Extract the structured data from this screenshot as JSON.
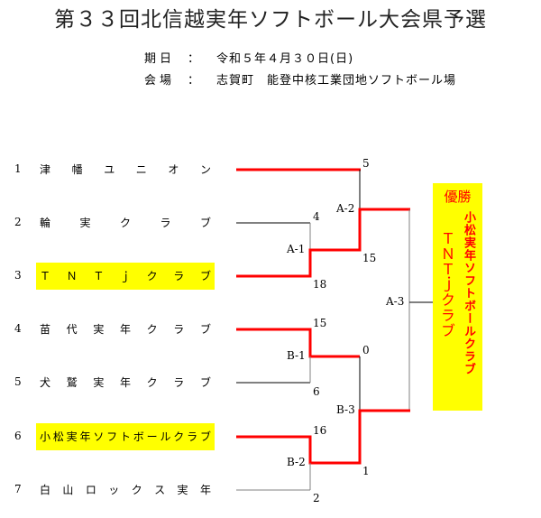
{
  "title": "第３３回北信越実年ソフトボール大会県予選",
  "info": {
    "date_label": "期日",
    "date_value": "令和５年４月３０日(日)",
    "venue_label": "会場",
    "venue_value": "志賀町　能登中核工業団地ソフトボール場",
    "colon": "："
  },
  "teams": [
    {
      "seed": "1",
      "name_chars": [
        "津",
        "幡",
        "ユ",
        "ニ",
        "オ",
        "ン"
      ],
      "highlight": false
    },
    {
      "seed": "2",
      "name_chars": [
        "輪",
        "実",
        "ク",
        "ラ",
        "ブ"
      ],
      "highlight": false
    },
    {
      "seed": "3",
      "name_chars": [
        "Ｔ",
        "Ｎ",
        "Ｔ",
        "ｊ",
        "ク",
        "ラ",
        "ブ"
      ],
      "highlight": true
    },
    {
      "seed": "4",
      "name_chars": [
        "苗",
        "代",
        "実",
        "年",
        "ク",
        "ラ",
        "ブ"
      ],
      "highlight": false
    },
    {
      "seed": "5",
      "name_chars": [
        "犬",
        "鷲",
        "実",
        "年",
        "ク",
        "ラ",
        "ブ"
      ],
      "highlight": false
    },
    {
      "seed": "6",
      "name_chars": [
        "小",
        "松",
        "実",
        "年",
        "ソ",
        "フ",
        "ト",
        "ボ",
        "ー",
        "ル",
        "ク",
        "ラ",
        "ブ"
      ],
      "highlight": true
    },
    {
      "seed": "7",
      "name_chars": [
        "白",
        "山",
        "ロ",
        "ッ",
        "ク",
        "ス",
        "実",
        "年"
      ],
      "highlight": false
    }
  ],
  "matches": [
    {
      "id": "A-1",
      "top_score": "4",
      "bottom_score": "18"
    },
    {
      "id": "A-2",
      "top_score": "5",
      "bottom_score": "15"
    },
    {
      "id": "B-1",
      "top_score": "15",
      "bottom_score": "6"
    },
    {
      "id": "B-2",
      "top_score": "16",
      "bottom_score": "2"
    },
    {
      "id": "B-3",
      "top_score": "0",
      "bottom_score": "1"
    },
    {
      "id": "A-3"
    }
  ],
  "final": {
    "winner_label": "優勝",
    "team_right": "小松実年ソフトボールクラブ",
    "team_left": "ＴＮＴｊクラブ"
  },
  "colors": {
    "winner_line": "#ff0000",
    "loser_line": "#000000",
    "highlight": "#ffff00",
    "winner_text": "#ff0000"
  }
}
